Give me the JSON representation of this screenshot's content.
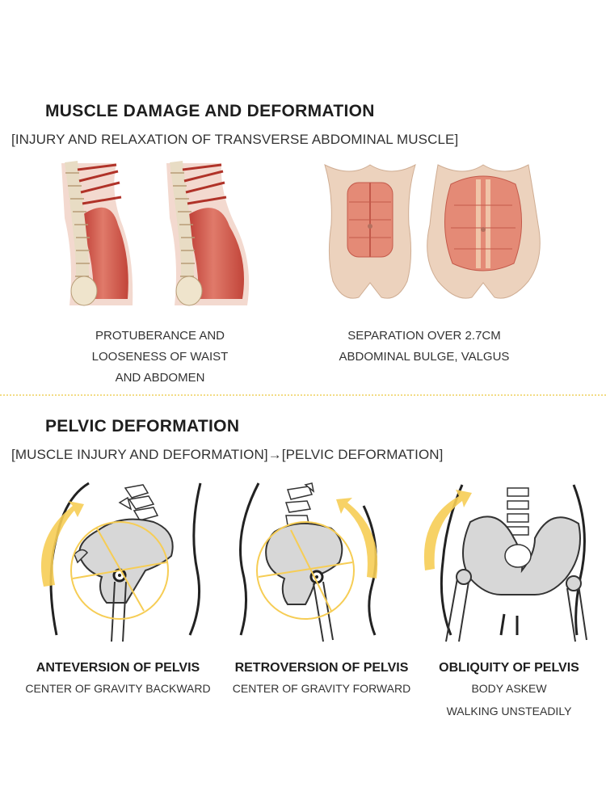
{
  "section1": {
    "title": "MUSCLE DAMAGE AND DEFORMATION",
    "subtitle": "[INJURY AND RELAXATION OF TRANSVERSE ABDOMINAL MUSCLE]",
    "captions": [
      {
        "lines": [
          "PROTUBERANCE AND",
          "LOOSENESS OF WAIST",
          "AND ABDOMEN"
        ]
      },
      {
        "lines": [
          "SEPARATION OVER 2.7CM",
          "ABDOMINAL BULGE, VALGUS"
        ]
      }
    ]
  },
  "section2": {
    "title": "PELVIC DEFORMATION",
    "subtitle": "[MUSCLE INJURY AND DEFORMATION]→[PELVIC DEFORMATION]",
    "items": [
      {
        "title": "ANTEVERSION OF PELVIS",
        "lines": [
          "CENTER OF GRAVITY BACKWARD"
        ]
      },
      {
        "title": "RETROVERSION OF PELVIS",
        "lines": [
          "CENTER OF GRAVITY FORWARD"
        ]
      },
      {
        "title": "OBLIQUITY OF PELVIS",
        "lines": [
          "BODY ASKEW",
          "WALKING UNSTEADILY"
        ]
      }
    ]
  },
  "colors": {
    "accent_yellow": "#f6cd55",
    "muscle_red": "#cf5a4c",
    "skin": "#e9cdb6",
    "bone_gray": "#d7d7d7",
    "divider": "#f2dc86"
  }
}
